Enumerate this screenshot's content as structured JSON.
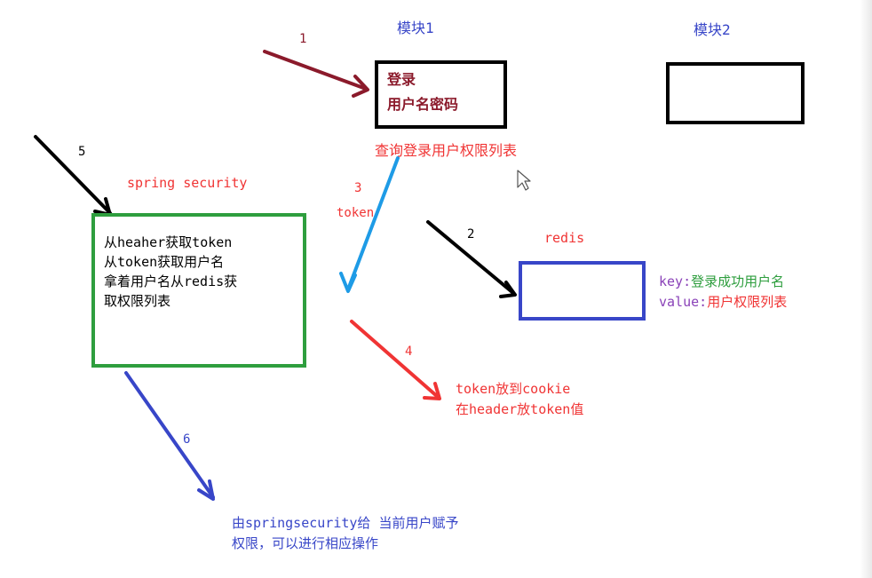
{
  "modules": {
    "module1_title": "模块1",
    "module2_title": "模块2",
    "login_line1": "登录",
    "login_line2": "用户名密码",
    "query_label": "查询登录用户权限列表"
  },
  "steps": {
    "s1": "1",
    "s2": "2",
    "s3": "3",
    "s3_label": "token",
    "s4": "4",
    "s5": "5",
    "s6": "6"
  },
  "spring": {
    "title": "spring security",
    "line1": "从heaher获取token",
    "line2": "从token获取用户名",
    "line3": "拿着用户名从redis获",
    "line4": "取权限列表"
  },
  "redis": {
    "title": "redis",
    "key_prefix": "key:",
    "key_value": "登录成功用户名",
    "val_prefix": "value:",
    "val_value": "用户权限列表"
  },
  "cookie": {
    "line1": "token放到cookie",
    "line2": "在header放token值"
  },
  "result": {
    "line1": "由springsecurity给 当前用户赋予",
    "line2": "权限，可以进行相应操作"
  },
  "colors": {
    "dark_red": "#8b1a2b",
    "red": "#f03434",
    "blue": "#3846c8",
    "green": "#2e9e3e",
    "light_blue": "#1e9be6",
    "purple": "#8a42b8",
    "black": "#000000"
  }
}
